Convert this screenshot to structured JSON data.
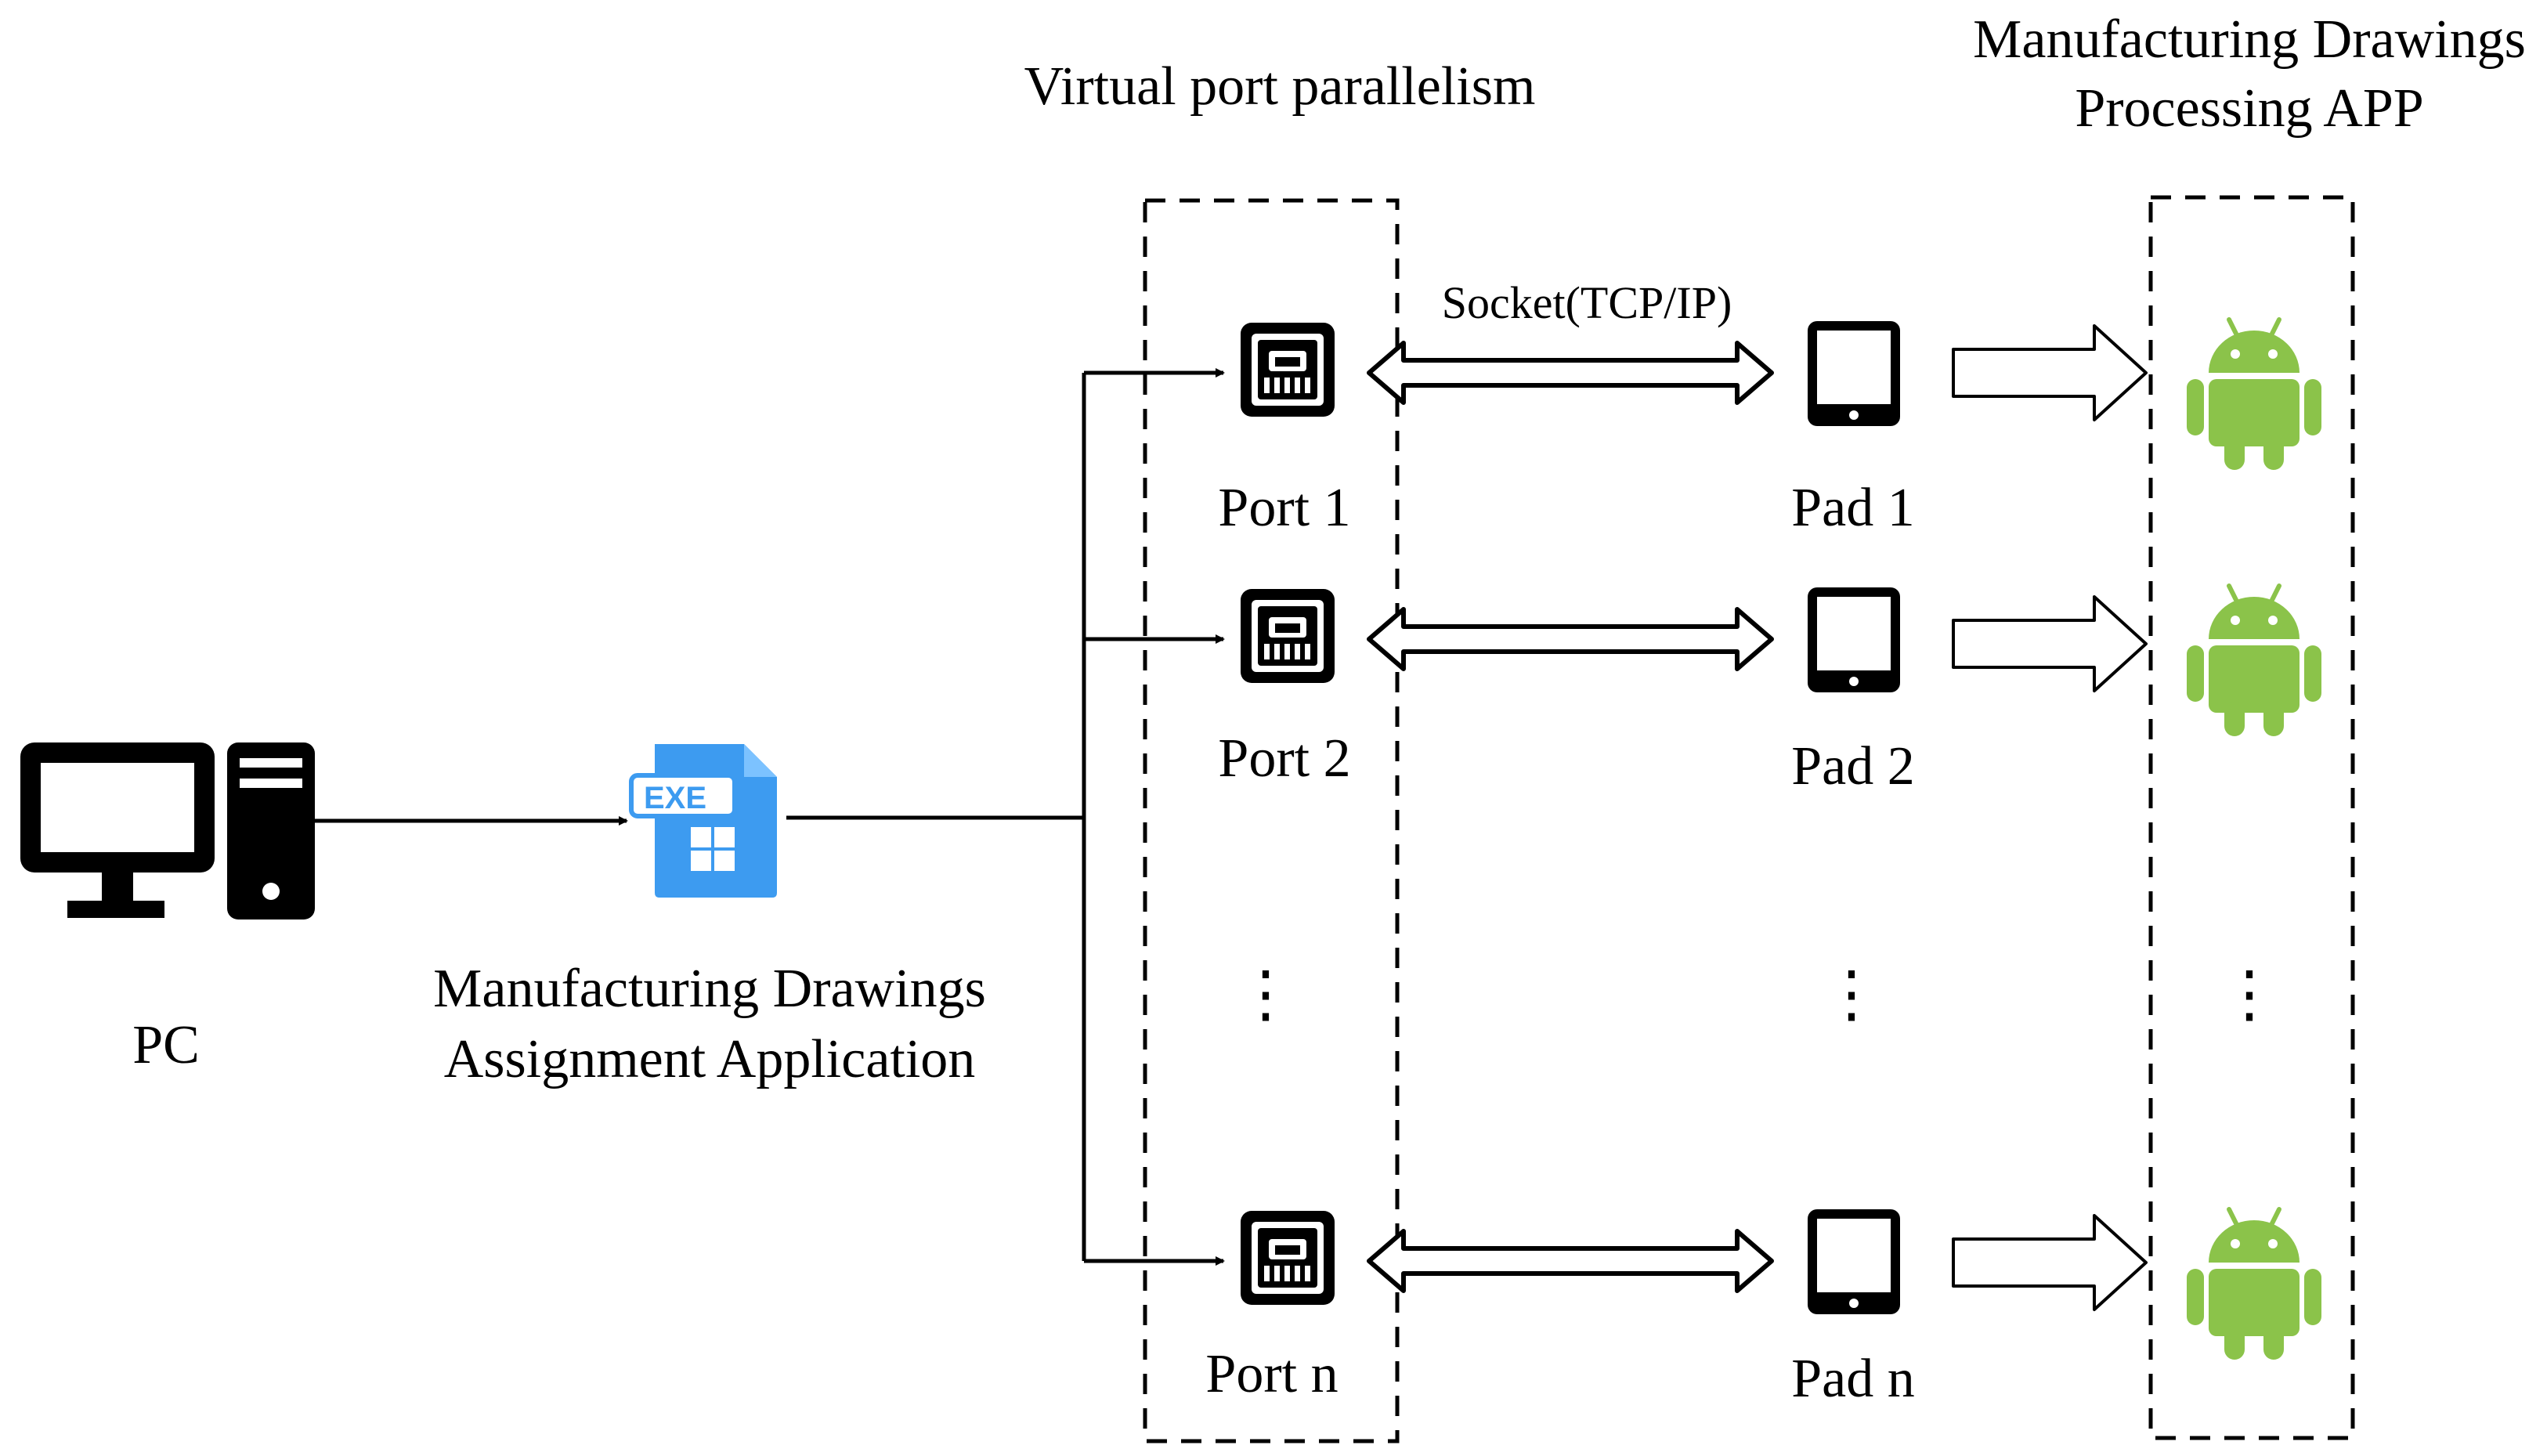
{
  "title_ports": "Virtual port parallelism",
  "title_app_line1": "Manufacturing Drawings",
  "title_app_line2": "Processing APP",
  "pc_label": "PC",
  "exe_badge": "EXE",
  "app_label_line1": "Manufacturing Drawings",
  "app_label_line2": "Assignment Application",
  "socket_label": "Socket(TCP/IP)",
  "ports": [
    "Port 1",
    "Port 2",
    "Port n"
  ],
  "pads": [
    "Pad 1",
    "Pad 2",
    "Pad n"
  ],
  "ellipsis": "⋮",
  "colors": {
    "android_green": "#8bc34a",
    "exe_blue": "#3d9bf0",
    "exe_blue_light": "#7cc2ff",
    "line": "#000000"
  },
  "icons": [
    "desktop-computer-icon",
    "exe-file-icon",
    "network-port-icon",
    "tablet-icon",
    "android-icon"
  ]
}
